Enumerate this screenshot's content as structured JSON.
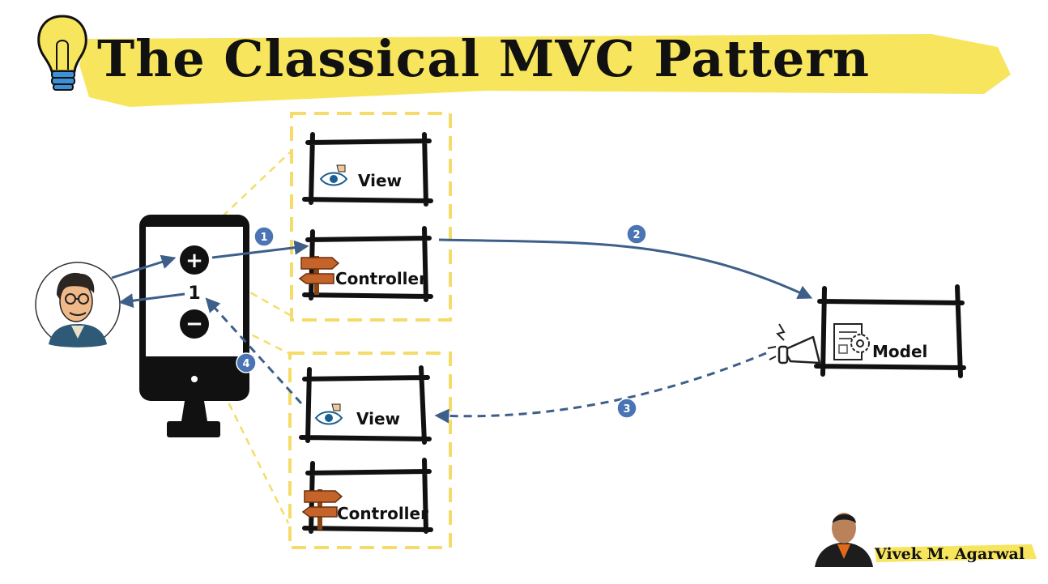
{
  "title": "The Classical MVC Pattern",
  "colors": {
    "highlight": "#f7e55e",
    "frame": "#111111",
    "arrow": "#3e5f8a",
    "badge": "#4a74b4",
    "dashed_guide": "#f5dc6a",
    "signpost": "#c4632a"
  },
  "monitor": {
    "plus_symbol": "+",
    "minus_symbol": "−",
    "counter_value": "1"
  },
  "boxes": {
    "top_view": "View",
    "top_controller": "Controller",
    "model": "Model",
    "bottom_view": "View",
    "bottom_controller": "Controller"
  },
  "steps": [
    "1",
    "2",
    "3",
    "4"
  ],
  "author": {
    "name_part1": "Viv",
    "name_part2": "ek M. Agarwal"
  },
  "icons": [
    "lightbulb-icon",
    "user-avatar-icon",
    "eye-icon",
    "signpost-icon",
    "megaphone-icon",
    "document-gear-icon"
  ]
}
